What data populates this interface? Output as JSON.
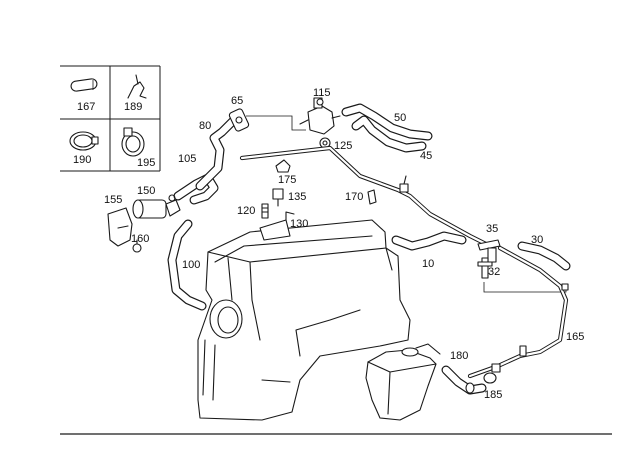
{
  "callouts": {
    "c10": "10",
    "c30": "30",
    "c32": "32",
    "c35": "35",
    "c45": "45",
    "c50": "50",
    "c65": "65",
    "c80": "80",
    "c100": "100",
    "c105": "105",
    "c115": "115",
    "c120": "120",
    "c125": "125",
    "c130": "130",
    "c135": "135",
    "c150": "150",
    "c155": "155",
    "c160": "160",
    "c165": "165",
    "c167": "167",
    "c170": "170",
    "c175": "175",
    "c180": "180",
    "c185": "185",
    "c189": "189",
    "c190": "190",
    "c195": "195"
  },
  "colors": {
    "line": "#1a1a1a",
    "background": "#ffffff"
  }
}
